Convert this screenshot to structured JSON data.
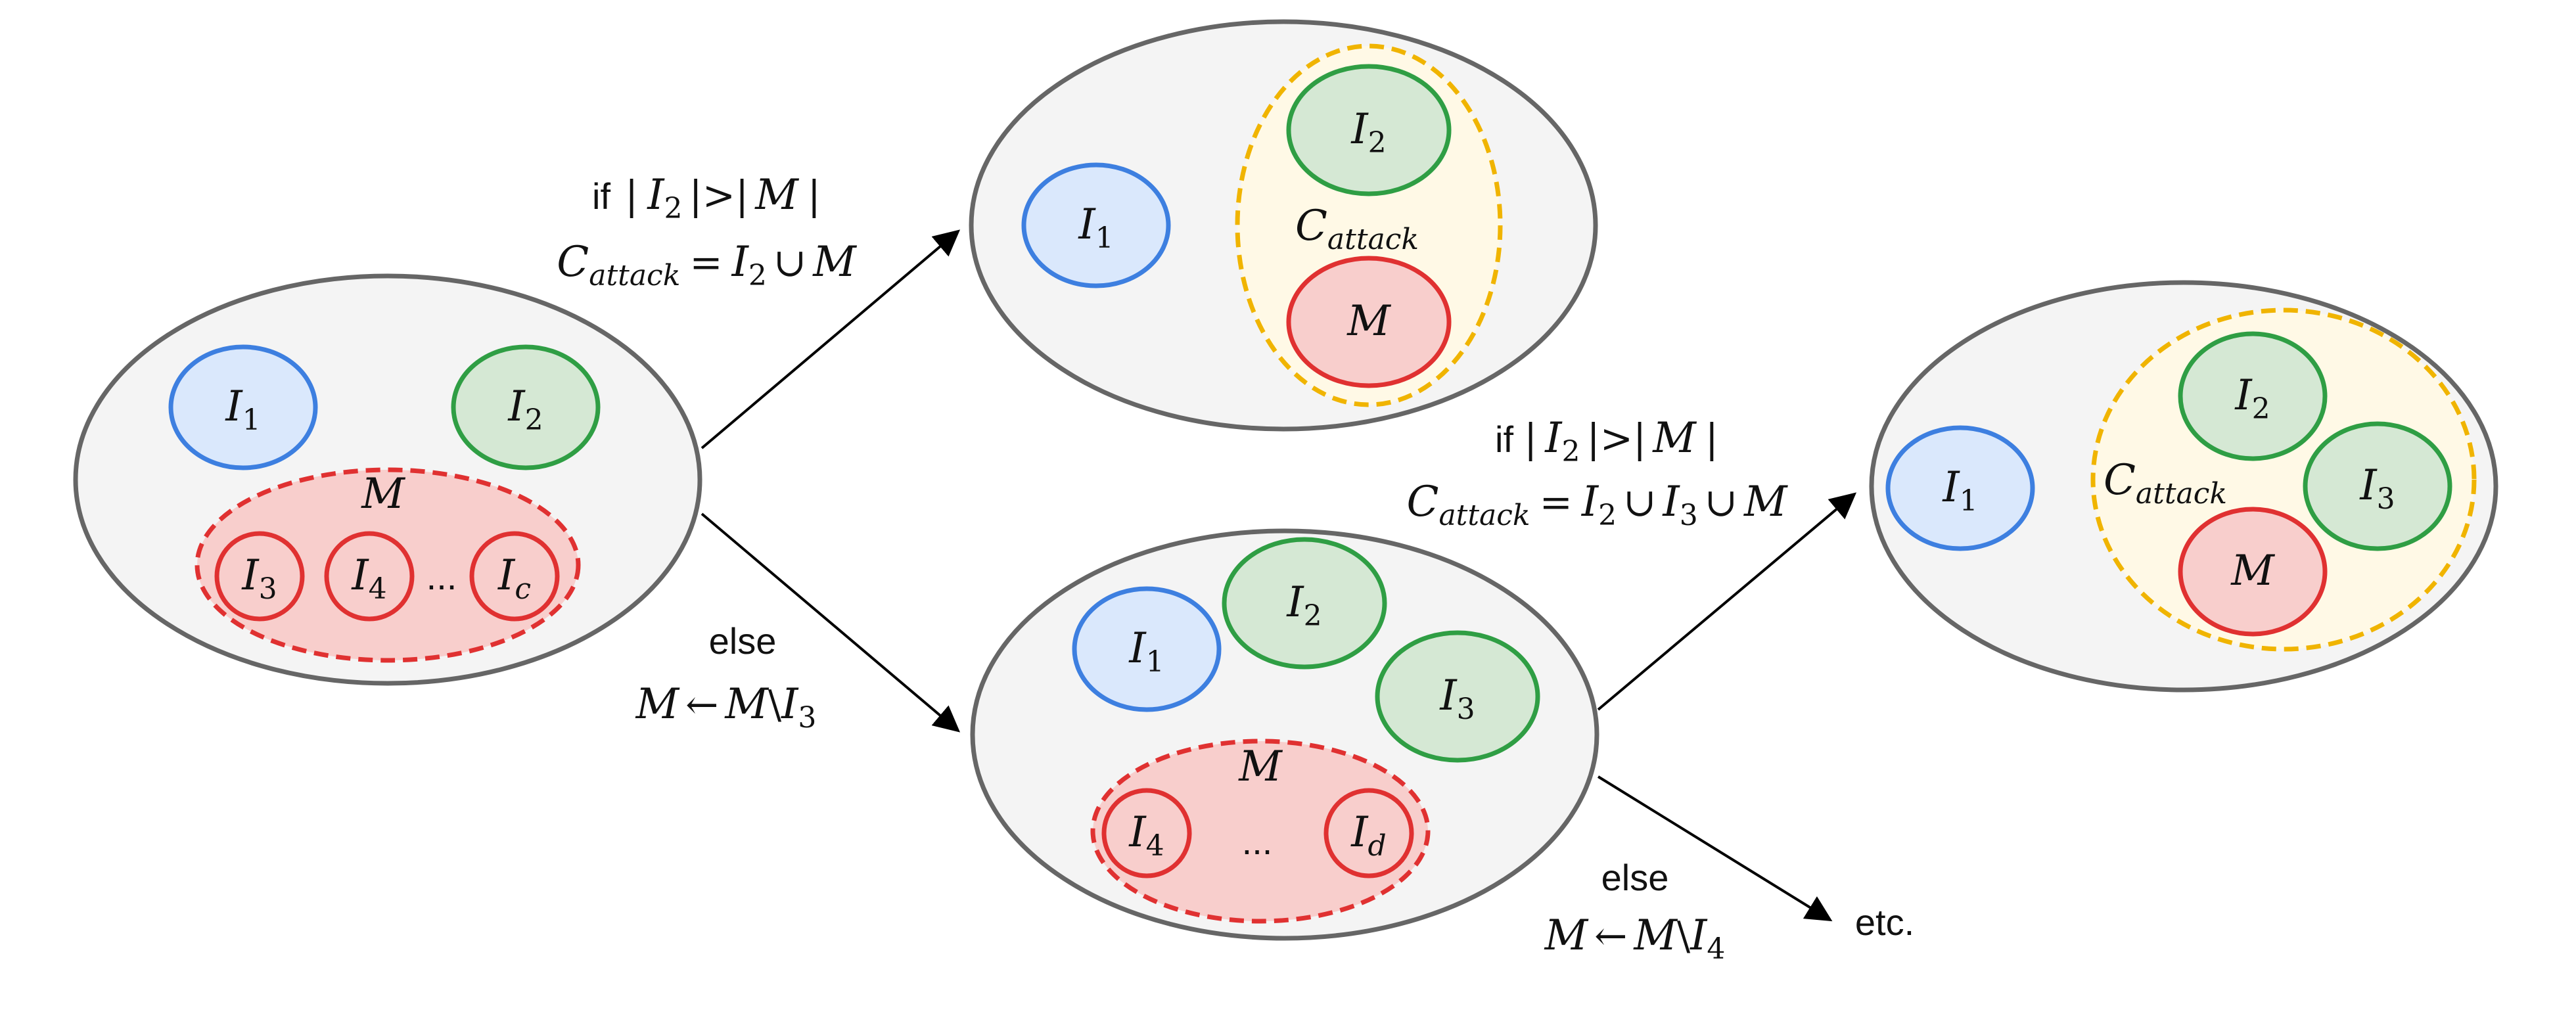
{
  "nodes": {
    "i": "I",
    "m": "M",
    "subs": {
      "s1": "1",
      "s2": "2",
      "s3": "3",
      "s4": "4",
      "sc": "c",
      "sd": "d"
    },
    "ellipsis": "..."
  },
  "caption": {
    "c": "C",
    "attack": "attack"
  },
  "edges": {
    "if_label": "if",
    "else_label": "else",
    "etc_label": "etc.",
    "cond_mid": "|>|",
    "bar": "|",
    "eq": "=",
    "union": "∪",
    "assign": "←",
    "minus": "\\"
  },
  "colors": {
    "outer_fill": "#f4f4f4",
    "outer_stroke": "#666666",
    "honest_blue": "#3d7fe0",
    "honest_green": "#2f9e44",
    "malicious_red": "#e03131",
    "attack_yellow": "#f0b400"
  }
}
